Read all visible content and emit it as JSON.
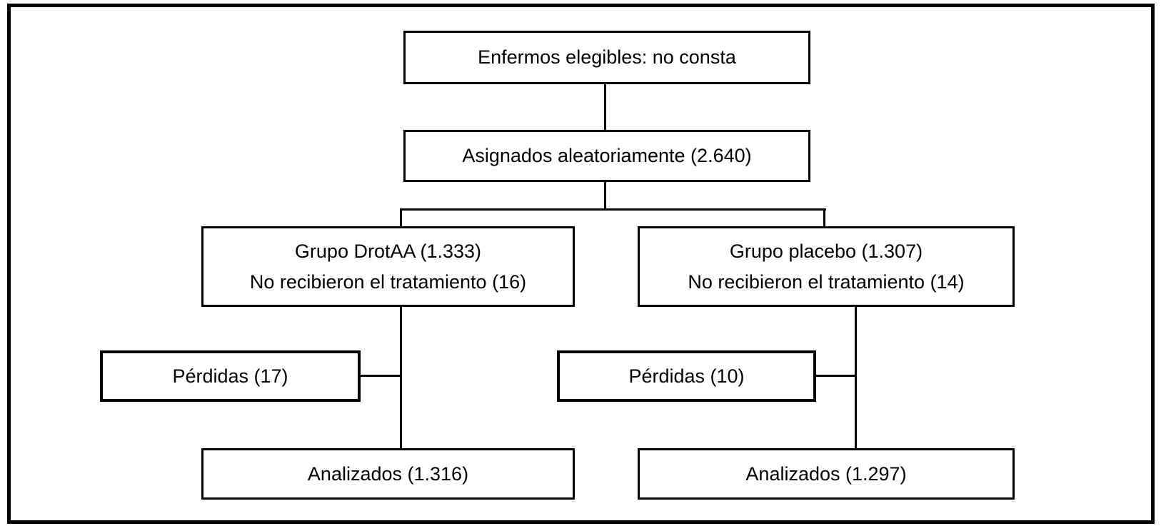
{
  "diagram": {
    "kind": "clinical-trial-flowchart",
    "language": "es",
    "colors": {
      "background": "#ffffff",
      "line": "#000000",
      "text": "#000000"
    },
    "boxes": {
      "eligible": {
        "label": "Enfermos elegibles: no consta"
      },
      "randomized": {
        "label": "Asignados aleatoriamente (2.640)"
      },
      "drotaa": {
        "line1": "Grupo DrotAA (1.333)",
        "line2": "No recibieron el tratamiento (16)"
      },
      "placebo": {
        "line1": "Grupo placebo (1.307)",
        "line2": "No recibieron el tratamiento (14)"
      },
      "losses_left": {
        "label": "Pérdidas (17)"
      },
      "losses_right": {
        "label": "Pérdidas (10)"
      },
      "analyzed_left": {
        "label": "Analizados (1.316)"
      },
      "analyzed_right": {
        "label": "Analizados (1.297)"
      }
    },
    "values": {
      "randomized_total": 2640,
      "drotaa_assigned": 1333,
      "drotaa_not_treated": 16,
      "placebo_assigned": 1307,
      "placebo_not_treated": 14,
      "drotaa_losses": 17,
      "placebo_losses": 10,
      "drotaa_analyzed": 1316,
      "placebo_analyzed": 1297
    },
    "edges": [
      {
        "from": "eligible",
        "to": "randomized"
      },
      {
        "from": "randomized",
        "to": "drotaa"
      },
      {
        "from": "randomized",
        "to": "placebo"
      },
      {
        "from": "drotaa",
        "to": "losses_left"
      },
      {
        "from": "drotaa",
        "to": "analyzed_left"
      },
      {
        "from": "placebo",
        "to": "losses_right"
      },
      {
        "from": "placebo",
        "to": "analyzed_right"
      }
    ]
  }
}
